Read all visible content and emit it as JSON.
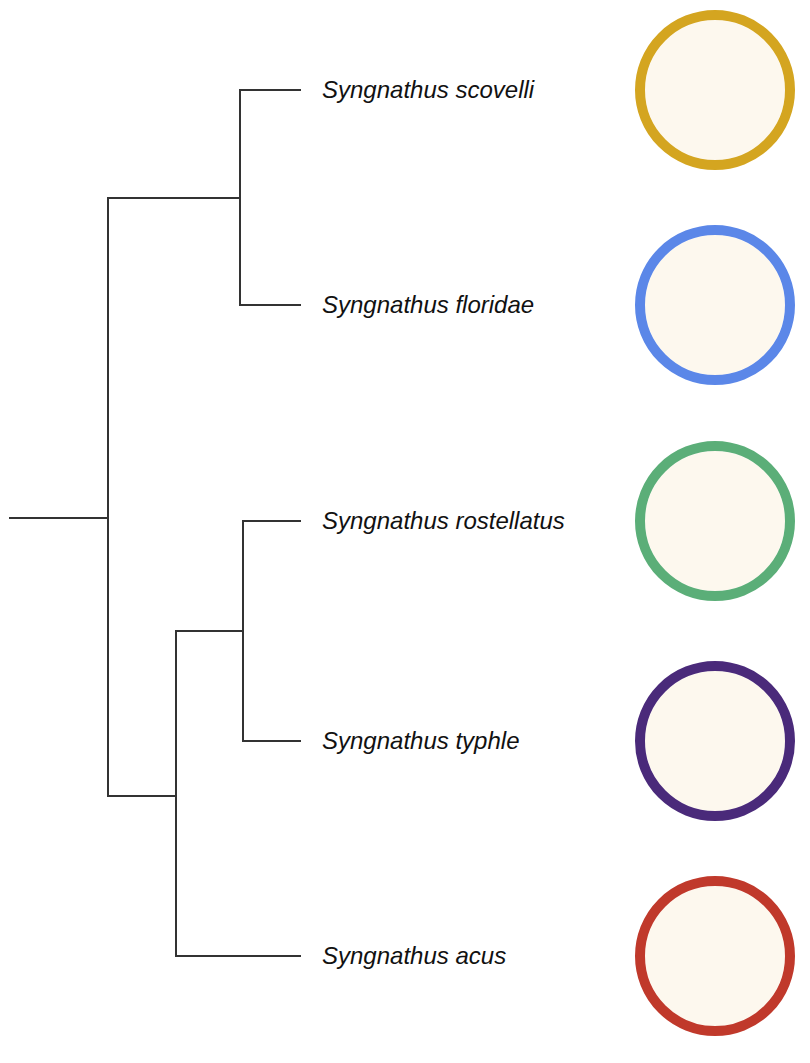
{
  "diagram": {
    "labels": [
      "Syngnathus scovelli",
      "Syngnathus floridae",
      "Syngnathus rostellatus",
      "Syngnathus typhle",
      "Syngnathus acus"
    ]
  }
}
